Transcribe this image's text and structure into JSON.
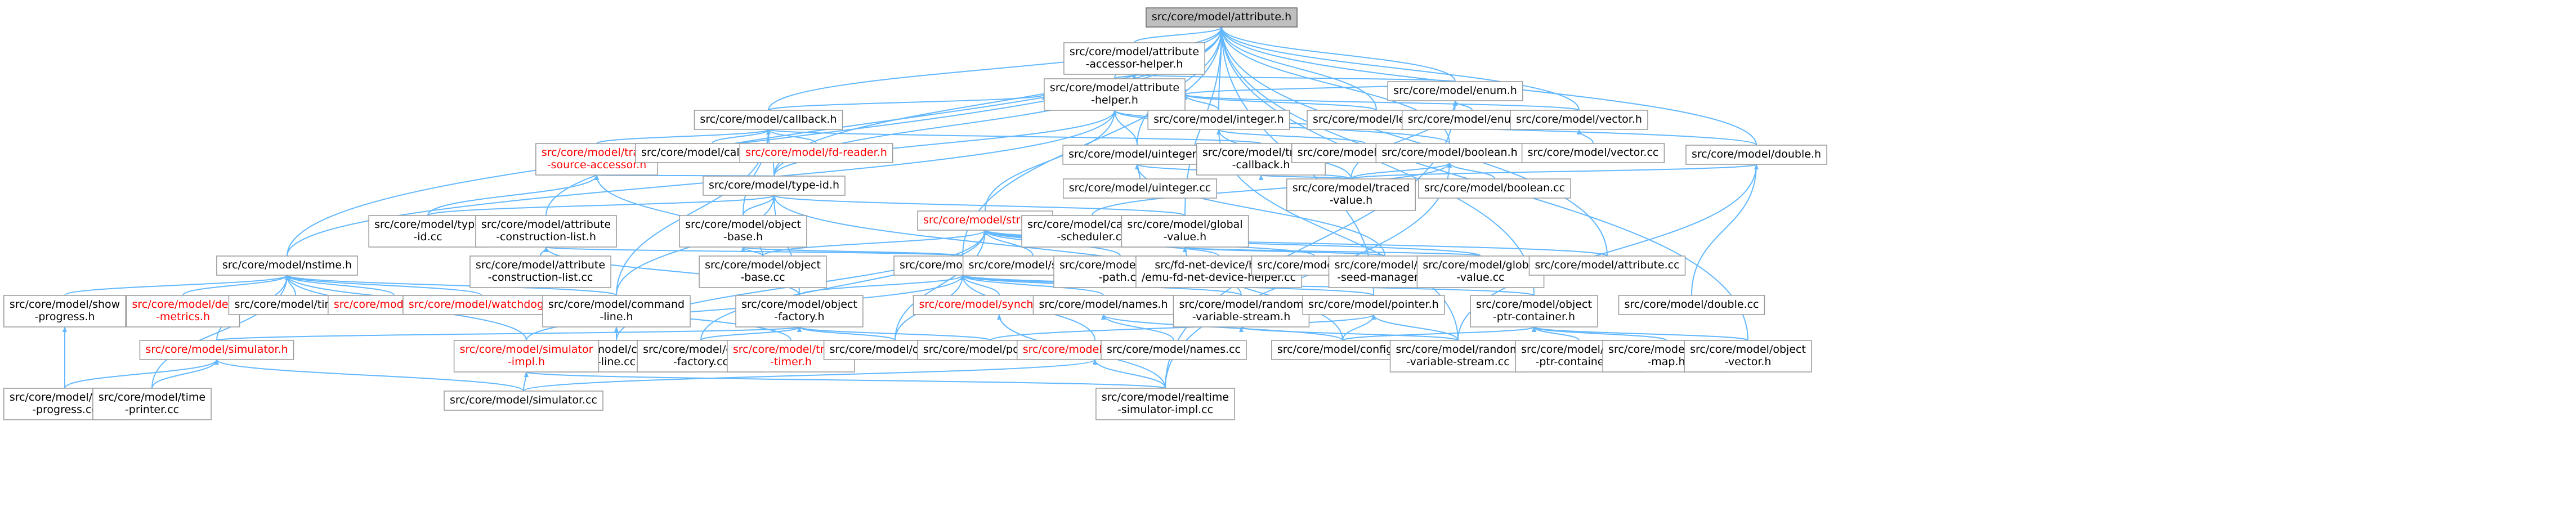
{
  "colors": {
    "edge": "#63b8ff",
    "node_border": "#999999",
    "root_fill": "#bfbfbf",
    "link_red": "#ff0000",
    "text": "#000000"
  },
  "nodes": [
    {
      "id": "attribute.h",
      "lines": [
        "src/core/model/attribute.h"
      ],
      "root": true
    },
    {
      "id": "attribute-accessor-helper.h",
      "lines": [
        "src/core/model/attribute",
        "-accessor-helper.h"
      ]
    },
    {
      "id": "attribute-helper.h",
      "lines": [
        "src/core/model/attribute",
        "-helper.h"
      ]
    },
    {
      "id": "enum.h",
      "lines": [
        "src/core/model/enum.h"
      ]
    },
    {
      "id": "callback.h",
      "lines": [
        "src/core/model/callback.h"
      ]
    },
    {
      "id": "integer.h",
      "lines": [
        "src/core/model/integer.h"
      ]
    },
    {
      "id": "length.h",
      "lines": [
        "src/core/model/length.h"
      ]
    },
    {
      "id": "enum.cc",
      "lines": [
        "src/core/model/enum.cc"
      ]
    },
    {
      "id": "vector.h",
      "lines": [
        "src/core/model/vector.h"
      ]
    },
    {
      "id": "trace-source-accessor.h",
      "lines": [
        "src/core/model/trace",
        "-source-accessor.h"
      ],
      "red": true
    },
    {
      "id": "callback.cc",
      "lines": [
        "src/core/model/callback.cc"
      ]
    },
    {
      "id": "fd-reader.h",
      "lines": [
        "src/core/model/fd-reader.h"
      ],
      "red": true
    },
    {
      "id": "uinteger.h",
      "lines": [
        "src/core/model/uinteger.h"
      ]
    },
    {
      "id": "traced-callback.h",
      "lines": [
        "src/core/model/traced",
        "-callback.h"
      ]
    },
    {
      "id": "integer.cc",
      "lines": [
        "src/core/model/integer.cc"
      ]
    },
    {
      "id": "boolean.h",
      "lines": [
        "src/core/model/boolean.h"
      ]
    },
    {
      "id": "vector.cc",
      "lines": [
        "src/core/model/vector.cc"
      ]
    },
    {
      "id": "double.h",
      "lines": [
        "src/core/model/double.h"
      ]
    },
    {
      "id": "type-id.h",
      "lines": [
        "src/core/model/type-id.h"
      ]
    },
    {
      "id": "uinteger.cc",
      "lines": [
        "src/core/model/uinteger.cc"
      ]
    },
    {
      "id": "traced-value.h",
      "lines": [
        "src/core/model/traced",
        "-value.h"
      ]
    },
    {
      "id": "boolean.cc",
      "lines": [
        "src/core/model/boolean.cc"
      ]
    },
    {
      "id": "type-id.cc",
      "lines": [
        "src/core/model/type",
        "-id.cc"
      ]
    },
    {
      "id": "attribute-construction-list.h",
      "lines": [
        "src/core/model/attribute",
        "-construction-list.h"
      ]
    },
    {
      "id": "object-base.h",
      "lines": [
        "src/core/model/object",
        "-base.h"
      ]
    },
    {
      "id": "string.h",
      "lines": [
        "src/core/model/string.h"
      ],
      "red": true
    },
    {
      "id": "calendar-scheduler.cc",
      "lines": [
        "src/core/model/calendar",
        "-scheduler.cc"
      ]
    },
    {
      "id": "global-value.h",
      "lines": [
        "src/core/model/global",
        "-value.h"
      ]
    },
    {
      "id": "nstime.h",
      "lines": [
        "src/core/model/nstime.h"
      ]
    },
    {
      "id": "attribute-construction-list.cc",
      "lines": [
        "src/core/model/attribute",
        "-construction-list.cc"
      ]
    },
    {
      "id": "object-base.cc",
      "lines": [
        "src/core/model/object",
        "-base.cc"
      ]
    },
    {
      "id": "object.h",
      "lines": [
        "src/core/model/object.h"
      ]
    },
    {
      "id": "string.cc",
      "lines": [
        "src/core/model/string.cc"
      ]
    },
    {
      "id": "system-path.cc",
      "lines": [
        "src/core/model/system",
        "-path.cc"
      ]
    },
    {
      "id": "fd-net-device-helper.cc",
      "lines": [
        "src/fd-net-device/helper",
        "/emu-fd-net-device-helper.cc"
      ]
    },
    {
      "id": "log.cc",
      "lines": [
        "src/core/model/log.cc"
      ]
    },
    {
      "id": "rng-seed-manager.cc",
      "lines": [
        "src/core/model/rng",
        "-seed-manager.cc"
      ]
    },
    {
      "id": "global-value.cc",
      "lines": [
        "src/core/model/global",
        "-value.cc"
      ]
    },
    {
      "id": "attribute.cc",
      "lines": [
        "src/core/model/attribute.cc"
      ]
    },
    {
      "id": "show-progress.h",
      "lines": [
        "src/core/model/show",
        "-progress.h"
      ]
    },
    {
      "id": "des-metrics.h",
      "lines": [
        "src/core/model/des",
        "-metrics.h"
      ],
      "red": true
    },
    {
      "id": "time.cc",
      "lines": [
        "src/core/model/time.cc"
      ]
    },
    {
      "id": "timer.h",
      "lines": [
        "src/core/model/timer.h"
      ],
      "red": true
    },
    {
      "id": "watchdog.h",
      "lines": [
        "src/core/model/watchdog.h"
      ],
      "red": true
    },
    {
      "id": "command-line.h",
      "lines": [
        "src/core/model/command",
        "-line.h"
      ]
    },
    {
      "id": "object-factory.h",
      "lines": [
        "src/core/model/object",
        "-factory.h"
      ]
    },
    {
      "id": "synchronizer.h",
      "lines": [
        "src/core/model/synchronizer.h"
      ],
      "red": true
    },
    {
      "id": "names.h",
      "lines": [
        "src/core/model/names.h"
      ]
    },
    {
      "id": "random-variable-stream.h",
      "lines": [
        "src/core/model/random",
        "-variable-stream.h"
      ]
    },
    {
      "id": "pointer.h",
      "lines": [
        "src/core/model/pointer.h"
      ]
    },
    {
      "id": "object-ptr-container.h",
      "lines": [
        "src/core/model/object",
        "-ptr-container.h"
      ]
    },
    {
      "id": "double.cc",
      "lines": [
        "src/core/model/double.cc"
      ]
    },
    {
      "id": "simulator.h",
      "lines": [
        "src/core/model/simulator.h"
      ],
      "red": true
    },
    {
      "id": "command-line.cc",
      "lines": [
        "src/core/model/command",
        "-line.cc"
      ]
    },
    {
      "id": "simulator-impl.h",
      "lines": [
        "src/core/model/simulator",
        "-impl.h"
      ],
      "red": true
    },
    {
      "id": "object-factory.cc",
      "lines": [
        "src/core/model/object",
        "-factory.cc"
      ]
    },
    {
      "id": "trickle-timer.h",
      "lines": [
        "src/core/model/trickle",
        "-timer.h"
      ],
      "red": true
    },
    {
      "id": "object.cc",
      "lines": [
        "src/core/model/object.cc"
      ]
    },
    {
      "id": "pointer.cc",
      "lines": [
        "src/core/model/pointer.cc"
      ]
    },
    {
      "id": "scheduler.h",
      "lines": [
        "src/core/model/scheduler.h"
      ],
      "red": true
    },
    {
      "id": "names.cc",
      "lines": [
        "src/core/model/names.cc"
      ]
    },
    {
      "id": "config.cc",
      "lines": [
        "src/core/model/config.cc"
      ]
    },
    {
      "id": "random-variable-stream.cc",
      "lines": [
        "src/core/model/random",
        "-variable-stream.cc"
      ]
    },
    {
      "id": "object-ptr-container.cc",
      "lines": [
        "src/core/model/object",
        "-ptr-container.cc"
      ]
    },
    {
      "id": "object-map.h",
      "lines": [
        "src/core/model/object",
        "-map.h"
      ]
    },
    {
      "id": "object-vector.h",
      "lines": [
        "src/core/model/object",
        "-vector.h"
      ]
    },
    {
      "id": "show-progress.cc",
      "lines": [
        "src/core/model/show",
        "-progress.cc"
      ]
    },
    {
      "id": "time-printer.cc",
      "lines": [
        "src/core/model/time",
        "-printer.cc"
      ]
    },
    {
      "id": "simulator.cc",
      "lines": [
        "src/core/model/simulator.cc"
      ]
    },
    {
      "id": "realtime-simulator-impl.cc",
      "lines": [
        "src/core/model/realtime",
        "-simulator-impl.cc"
      ]
    }
  ],
  "edges": [
    [
      "attribute-accessor-helper.h",
      "attribute.h"
    ],
    [
      "attribute-helper.h",
      "attribute.h"
    ],
    [
      "attribute-helper.h",
      "attribute-accessor-helper.h"
    ],
    [
      "enum.h",
      "attribute.h"
    ],
    [
      "enum.h",
      "attribute-accessor-helper.h"
    ],
    [
      "enum.h",
      "attribute-helper.h"
    ],
    [
      "callback.h",
      "attribute.h"
    ],
    [
      "callback.h",
      "attribute-helper.h"
    ],
    [
      "integer.h",
      "attribute.h"
    ],
    [
      "integer.h",
      "attribute-helper.h"
    ],
    [
      "length.h",
      "attribute.h"
    ],
    [
      "length.h",
      "attribute-helper.h"
    ],
    [
      "enum.cc",
      "enum.h"
    ],
    [
      "vector.h",
      "attribute.h"
    ],
    [
      "vector.h",
      "attribute-helper.h"
    ],
    [
      "trace-source-accessor.h",
      "callback.h"
    ],
    [
      "callback.cc",
      "callback.h"
    ],
    [
      "fd-reader.h",
      "callback.h"
    ],
    [
      "uinteger.h",
      "attribute.h"
    ],
    [
      "uinteger.h",
      "attribute-helper.h"
    ],
    [
      "traced-callback.h",
      "callback.h"
    ],
    [
      "integer.cc",
      "integer.h"
    ],
    [
      "boolean.h",
      "attribute.h"
    ],
    [
      "boolean.h",
      "attribute-helper.h"
    ],
    [
      "vector.cc",
      "vector.h"
    ],
    [
      "double.h",
      "attribute.h"
    ],
    [
      "double.h",
      "attribute-helper.h"
    ],
    [
      "type-id.h",
      "attribute.h"
    ],
    [
      "type-id.h",
      "attribute-helper.h"
    ],
    [
      "type-id.h",
      "attribute-accessor-helper.h"
    ],
    [
      "type-id.h",
      "callback.h"
    ],
    [
      "type-id.h",
      "trace-source-accessor.h"
    ],
    [
      "uinteger.cc",
      "uinteger.h"
    ],
    [
      "traced-value.h",
      "traced-callback.h"
    ],
    [
      "traced-value.h",
      "integer.h"
    ],
    [
      "traced-value.h",
      "uinteger.h"
    ],
    [
      "traced-value.h",
      "boolean.h"
    ],
    [
      "traced-value.h",
      "double.h"
    ],
    [
      "traced-value.h",
      "enum.h"
    ],
    [
      "boolean.cc",
      "boolean.h"
    ],
    [
      "type-id.cc",
      "type-id.h"
    ],
    [
      "type-id.cc",
      "trace-source-accessor.h"
    ],
    [
      "attribute-construction-list.h",
      "attribute.h"
    ],
    [
      "object-base.h",
      "type-id.h"
    ],
    [
      "object-base.h",
      "callback.h"
    ],
    [
      "string.h",
      "attribute-helper.h"
    ],
    [
      "calendar-scheduler.cc",
      "boolean.h"
    ],
    [
      "global-value.h",
      "attribute.h"
    ],
    [
      "global-value.h",
      "type-id.h"
    ],
    [
      "nstime.h",
      "attribute.h"
    ],
    [
      "nstime.h",
      "attribute-helper.h"
    ],
    [
      "attribute-construction-list.cc",
      "attribute-construction-list.h"
    ],
    [
      "object-base.cc",
      "object-base.h"
    ],
    [
      "object-base.cc",
      "trace-source-accessor.h"
    ],
    [
      "object-base.cc",
      "string.h"
    ],
    [
      "object.h",
      "attribute.h"
    ],
    [
      "object.h",
      "attribute-construction-list.h"
    ],
    [
      "object.h",
      "object-base.h"
    ],
    [
      "string.cc",
      "string.h"
    ],
    [
      "system-path.cc",
      "string.h"
    ],
    [
      "fd-net-device-helper.cc",
      "string.h"
    ],
    [
      "log.cc",
      "string.h"
    ],
    [
      "rng-seed-manager.cc",
      "global-value.h"
    ],
    [
      "rng-seed-manager.cc",
      "uinteger.h"
    ],
    [
      "global-value.cc",
      "global-value.h"
    ],
    [
      "global-value.cc",
      "string.h"
    ],
    [
      "attribute.cc",
      "attribute.h"
    ],
    [
      "attribute.cc",
      "string.h"
    ],
    [
      "show-progress.h",
      "nstime.h"
    ],
    [
      "des-metrics.h",
      "nstime.h"
    ],
    [
      "time.cc",
      "nstime.h"
    ],
    [
      "timer.h",
      "nstime.h"
    ],
    [
      "watchdog.h",
      "nstime.h"
    ],
    [
      "command-line.h",
      "nstime.h"
    ],
    [
      "command-line.h",
      "type-id.h"
    ],
    [
      "command-line.h",
      "callback.h"
    ],
    [
      "object-factory.h",
      "attribute-construction-list.h"
    ],
    [
      "object-factory.h",
      "object.h"
    ],
    [
      "object-factory.h",
      "type-id.h"
    ],
    [
      "synchronizer.h",
      "object.h"
    ],
    [
      "names.h",
      "object.h"
    ],
    [
      "random-variable-stream.h",
      "object.h"
    ],
    [
      "random-variable-stream.h",
      "type-id.h"
    ],
    [
      "pointer.h",
      "attribute.h"
    ],
    [
      "pointer.h",
      "object.h"
    ],
    [
      "object-ptr-container.h",
      "attribute.h"
    ],
    [
      "object-ptr-container.h",
      "object.h"
    ],
    [
      "double.cc",
      "double.h"
    ],
    [
      "simulator.h",
      "nstime.h"
    ],
    [
      "simulator.h",
      "object-factory.h"
    ],
    [
      "command-line.cc",
      "command-line.h"
    ],
    [
      "command-line.cc",
      "string.h"
    ],
    [
      "simulator-impl.h",
      "nstime.h"
    ],
    [
      "simulator-impl.h",
      "object.h"
    ],
    [
      "object-factory.cc",
      "object-factory.h"
    ],
    [
      "object-factory.cc",
      "string.h"
    ],
    [
      "trickle-timer.h",
      "nstime.h"
    ],
    [
      "object.cc",
      "object.h"
    ],
    [
      "object.cc",
      "object-factory.h"
    ],
    [
      "object.cc",
      "string.h"
    ],
    [
      "pointer.cc",
      "pointer.h"
    ],
    [
      "pointer.cc",
      "object-factory.h"
    ],
    [
      "scheduler.h",
      "object.h"
    ],
    [
      "names.cc",
      "names.h"
    ],
    [
      "config.cc",
      "names.h"
    ],
    [
      "config.cc",
      "pointer.h"
    ],
    [
      "config.cc",
      "object-ptr-container.h"
    ],
    [
      "config.cc",
      "global-value.h"
    ],
    [
      "random-variable-stream.cc",
      "random-variable-stream.h"
    ],
    [
      "random-variable-stream.cc",
      "pointer.h"
    ],
    [
      "random-variable-stream.cc",
      "double.h"
    ],
    [
      "random-variable-stream.cc",
      "integer.h"
    ],
    [
      "object-ptr-container.cc",
      "object-ptr-container.h"
    ],
    [
      "object-map.h",
      "object-ptr-container.h"
    ],
    [
      "object-vector.h",
      "object-ptr-container.h"
    ],
    [
      "object-vector.h",
      "attribute.h"
    ],
    [
      "show-progress.cc",
      "show-progress.h"
    ],
    [
      "show-progress.cc",
      "simulator.h"
    ],
    [
      "time-printer.cc",
      "simulator.h"
    ],
    [
      "time-printer.cc",
      "nstime.h"
    ],
    [
      "simulator.cc",
      "simulator.h"
    ],
    [
      "simulator.cc",
      "simulator-impl.h"
    ],
    [
      "simulator.cc",
      "scheduler.h"
    ],
    [
      "realtime-simulator-impl.cc",
      "simulator-impl.h"
    ],
    [
      "realtime-simulator-impl.cc",
      "synchronizer.h"
    ],
    [
      "realtime-simulator-impl.cc",
      "scheduler.h"
    ],
    [
      "realtime-simulator-impl.cc",
      "boolean.h"
    ],
    [
      "realtime-simulator-impl.cc",
      "enum.h"
    ]
  ]
}
